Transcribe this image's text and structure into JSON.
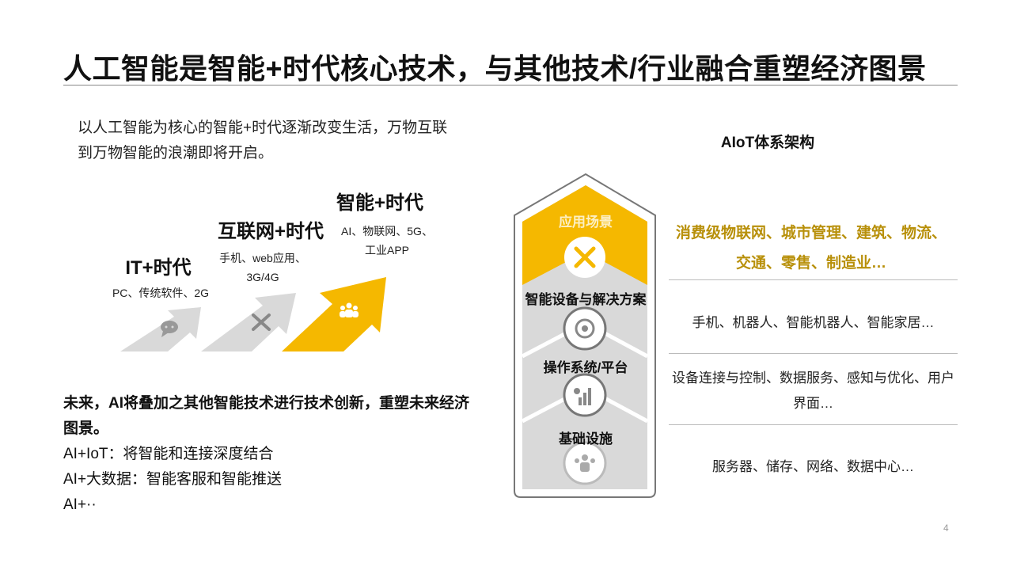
{
  "title": "人工智能是智能+时代核心技术，与其他技术/行业融合重塑经济图景",
  "intro": "以人工智能为核心的智能+时代逐渐改变生活，万物互联到万物智能的浪潮即将开启。",
  "eras": [
    {
      "title": "IT+时代",
      "desc": "PC、传统软件、2G",
      "icon": "chat-bubble-icon"
    },
    {
      "title": "互联网+时代",
      "desc": "手机、web应用、3G/4G",
      "icon": "tools-icon"
    },
    {
      "title": "智能+时代",
      "desc": "AI、物联网、5G、工业APP",
      "icon": "people-group-icon"
    }
  ],
  "future": {
    "headline": "未来，AI将叠加之其他智能技术进行技术创新，重塑未来经济图景。",
    "items": [
      "AI+IoT：将智能和连接深度结合",
      "AI+大数据：智能客服和智能推送",
      "AI+··"
    ]
  },
  "architecture": {
    "title": "AIoT体系架构",
    "layers": [
      {
        "label": "应用场景",
        "desc": "消费级物联网、城市管理、建筑、物流、交通、零售、制造业…"
      },
      {
        "label": "智能设备与解决方案",
        "desc": "手机、机器人、智能机器人、智能家居…"
      },
      {
        "label": "操作系统/平台",
        "desc": "设备连接与控制、数据服务、感知与优化、用户界面…"
      },
      {
        "label": "基础设施",
        "desc": "服务器、储存、网络、数据中心…"
      }
    ]
  },
  "colors": {
    "accent": "#F5B800",
    "gray": "#D9D9D9",
    "gold_text": "#B8900A"
  },
  "page_number": "4"
}
